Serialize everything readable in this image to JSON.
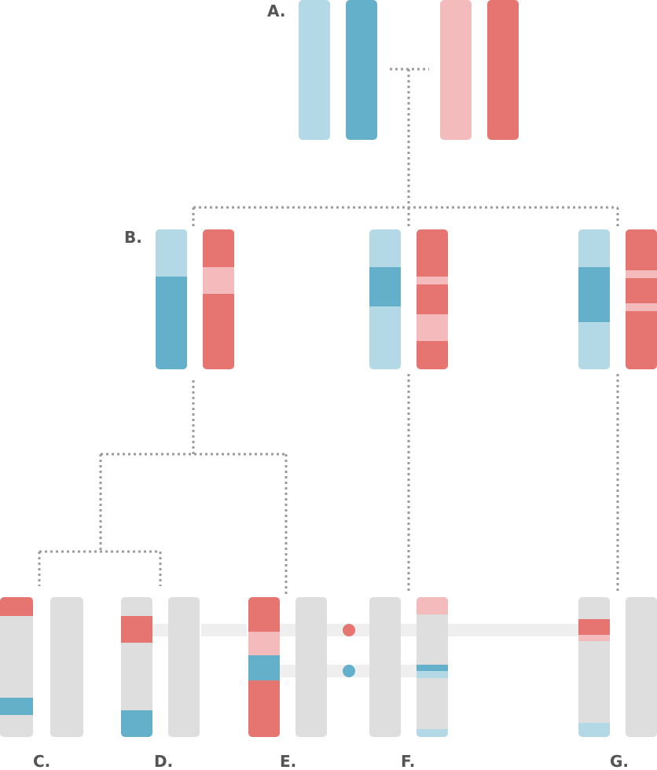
{
  "colors": {
    "light_blue": "#b3d8e6",
    "blue": "#64b0cb",
    "light_red": "#f3bbbb",
    "red": "#e67571",
    "gray": "#dedede",
    "band": "#efefef",
    "connector": "#9b9b9b"
  },
  "labels": {
    "a": "A.",
    "b": "B.",
    "c": "C.",
    "d": "D.",
    "e": "E.",
    "f": "F.",
    "g": "G."
  }
}
